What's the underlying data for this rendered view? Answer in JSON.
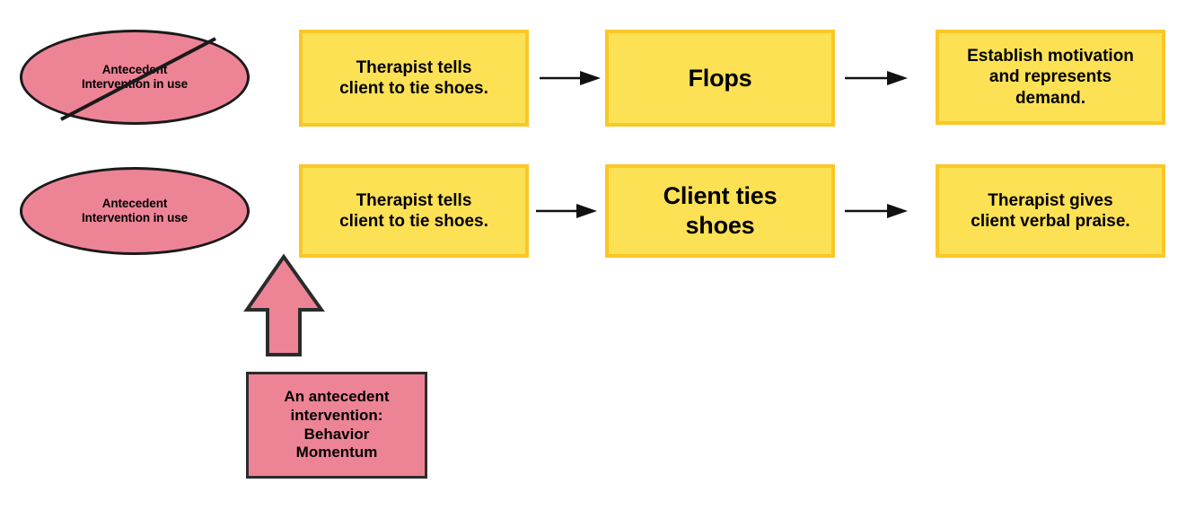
{
  "diagram": {
    "title": "Behavior Momentum antecedent intervention comparison",
    "colors": {
      "pink_fill": "#ED8496",
      "pink_stroke": "#2b2b2b",
      "yellow_fill": "#FDE155",
      "yellow_stroke": "#F9C727",
      "arrow_stroke": "#111111",
      "background": "#ffffff"
    },
    "rows": [
      {
        "id": "row-without-intervention",
        "condition": {
          "label": "Antecedent\nIntervention in use",
          "struck_through": true
        },
        "steps": [
          {
            "label": "Therapist tells\nclient to tie shoes.",
            "emphasis": "normal"
          },
          {
            "label": "Flops",
            "emphasis": "large"
          },
          {
            "label": "Establish motivation\nand represents\ndemand.",
            "emphasis": "normal"
          }
        ],
        "connectors": [
          "arrow-right",
          "arrow-right"
        ]
      },
      {
        "id": "row-with-intervention",
        "condition": {
          "label": "Antecedent\nIntervention in use",
          "struck_through": false
        },
        "steps": [
          {
            "label": "Therapist tells\nclient to tie shoes.",
            "emphasis": "normal"
          },
          {
            "label": "Client ties\nshoes",
            "emphasis": "large"
          },
          {
            "label": "Therapist gives\nclient verbal praise.",
            "emphasis": "normal"
          }
        ],
        "connectors": [
          "arrow-right",
          "arrow-right"
        ]
      }
    ],
    "callout": {
      "label": "An antecedent\nintervention:\nBehavior\nMomentum",
      "pointer": "up-arrow",
      "points_to": "row-with-intervention.step.0"
    }
  }
}
